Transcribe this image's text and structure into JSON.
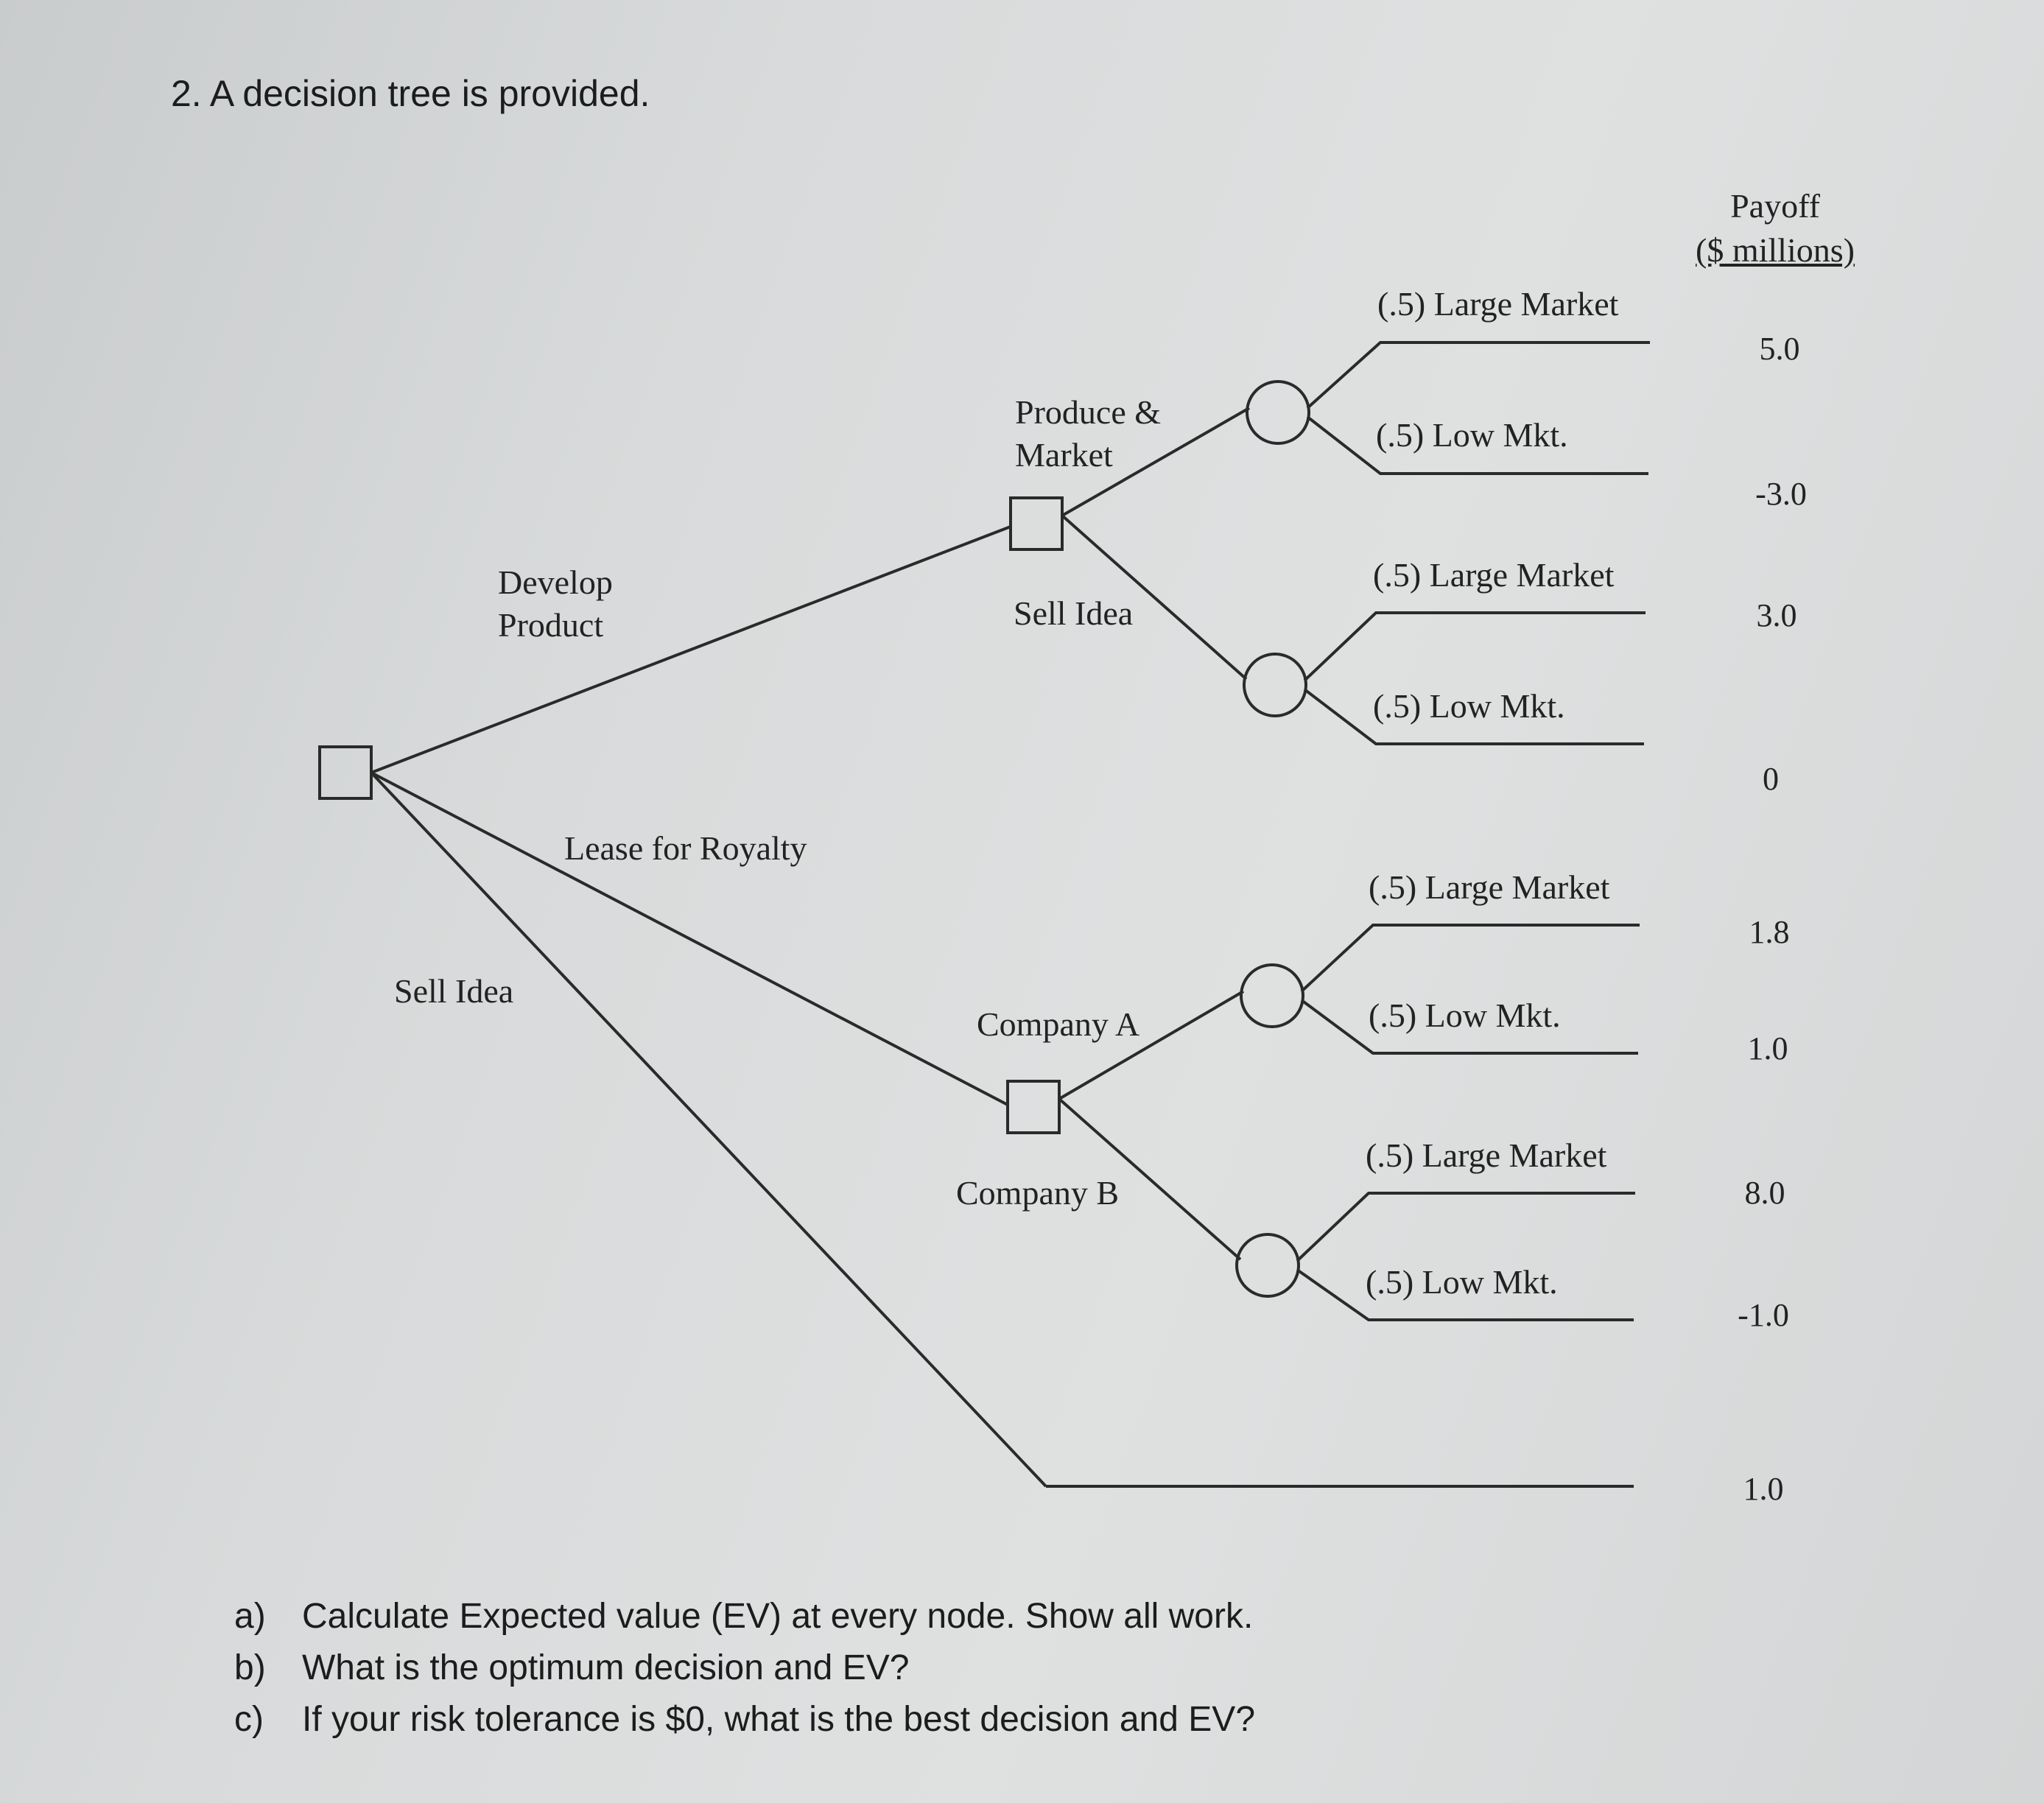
{
  "heading": "2. A decision tree is provided.",
  "payoff_header": {
    "line1": "Payoff",
    "line2": "($ millions)"
  },
  "branches": {
    "develop_product_1": "Develop",
    "develop_product_2": "Product",
    "lease_for_royalty": "Lease for Royalty",
    "sell_idea_root": "Sell Idea",
    "produce_market_1": "Produce &",
    "produce_market_2": "Market",
    "sell_idea_develop": "Sell Idea",
    "company_a": "Company A",
    "company_b": "Company B"
  },
  "outcomes": [
    {
      "label": "(.5) Large Market",
      "payoff": "5.0"
    },
    {
      "label": "(.5) Low Mkt.",
      "payoff": "-3.0"
    },
    {
      "label": "(.5) Large Market",
      "payoff": "3.0"
    },
    {
      "label": "(.5) Low Mkt.",
      "payoff": "0"
    },
    {
      "label": "(.5) Large Market",
      "payoff": "1.8"
    },
    {
      "label": "(.5) Low Mkt.",
      "payoff": "1.0"
    },
    {
      "label": "(.5) Large Market",
      "payoff": "8.0"
    },
    {
      "label": "(.5) Low Mkt.",
      "payoff": "-1.0"
    }
  ],
  "sell_idea_payoff": "1.0",
  "questions": [
    {
      "letter": "a)",
      "text": "Calculate Expected value (EV) at every node. Show all work."
    },
    {
      "letter": "b)",
      "text": "What is the optimum decision and EV?"
    },
    {
      "letter": "c)",
      "text": "If your risk tolerance is $0, what is the best decision and EV?"
    }
  ]
}
